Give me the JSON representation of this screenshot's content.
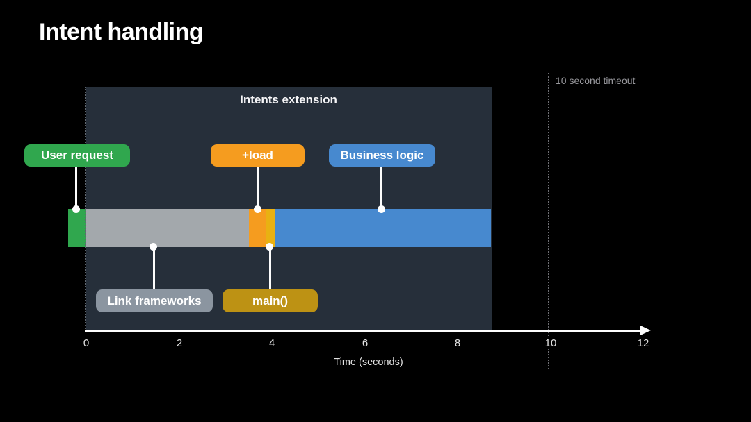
{
  "title": "Intent handling",
  "panel": {
    "label": "Intents extension"
  },
  "timeout": {
    "label": "10 second timeout",
    "time_seconds": 10
  },
  "axis": {
    "label": "Time (seconds)",
    "ticks": [
      "0",
      "2",
      "4",
      "6",
      "8",
      "10",
      "12"
    ]
  },
  "colors": {
    "background": "#000000",
    "panel": "#262f3a",
    "axis": "#fdfdfd",
    "timeout_line": "#6e6e73",
    "timeout_text": "#98989d"
  },
  "chart_data": {
    "type": "bar",
    "subtype": "horizontal-timeline",
    "title": "Intent handling",
    "xlabel": "Time (seconds)",
    "xlim": [
      0,
      12
    ],
    "tick_values": [
      0,
      2,
      4,
      6,
      8,
      10,
      12
    ],
    "grid": false,
    "timeout_seconds": 10,
    "container": {
      "label": "Intents extension",
      "start_seconds": 0,
      "end_seconds": 8.75
    },
    "segments": [
      {
        "label": "User request",
        "start_seconds": -0.4,
        "end_seconds": 0,
        "color": "#30a74e",
        "badge_color": "#30a74e",
        "callout": "above"
      },
      {
        "label": "Link frameworks",
        "start_seconds": 0,
        "end_seconds": 3.5,
        "color": "#a3a8ac",
        "badge_color": "#8b95a0",
        "callout": "below"
      },
      {
        "label": "+load",
        "start_seconds": 3.5,
        "end_seconds": 3.9,
        "color": "#f59c1f",
        "badge_color": "#f59c1f",
        "callout": "above"
      },
      {
        "label": "main()",
        "start_seconds": 3.9,
        "end_seconds": 4.1,
        "color": "#e9b112",
        "badge_color": "#bd9214",
        "callout": "below"
      },
      {
        "label": "Business logic",
        "start_seconds": 4.1,
        "end_seconds": 8.75,
        "color": "#4789cf",
        "badge_color": "#4789cf",
        "callout": "above"
      }
    ]
  }
}
